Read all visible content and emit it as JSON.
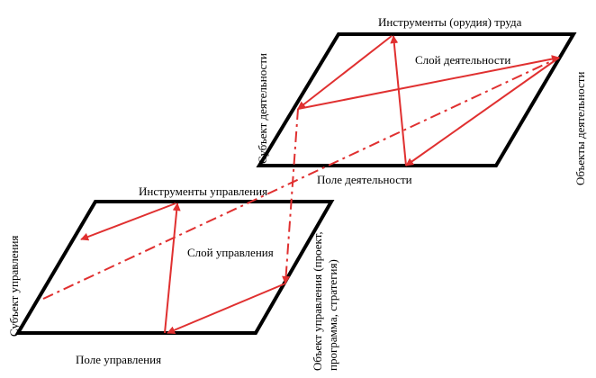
{
  "colors": {
    "outline": "#000000",
    "arrow": "#e03030",
    "background": "#ffffff"
  },
  "upper_layer": {
    "tools_label": "Инструменты (орудия) труда",
    "layer_label": "Слой деятельности",
    "field_label": "Поле деятельности",
    "subject_label": "Субъект деятельности",
    "objects_label": "Объекты деятельности"
  },
  "lower_layer": {
    "tools_label": "Инструменты управления",
    "layer_label": "Слой управления",
    "field_label": "Поле управления",
    "subject_label": "Субъект управления",
    "object_label_line1": "Объект управления (проект,",
    "object_label_line2": "программа, стратегия)"
  }
}
